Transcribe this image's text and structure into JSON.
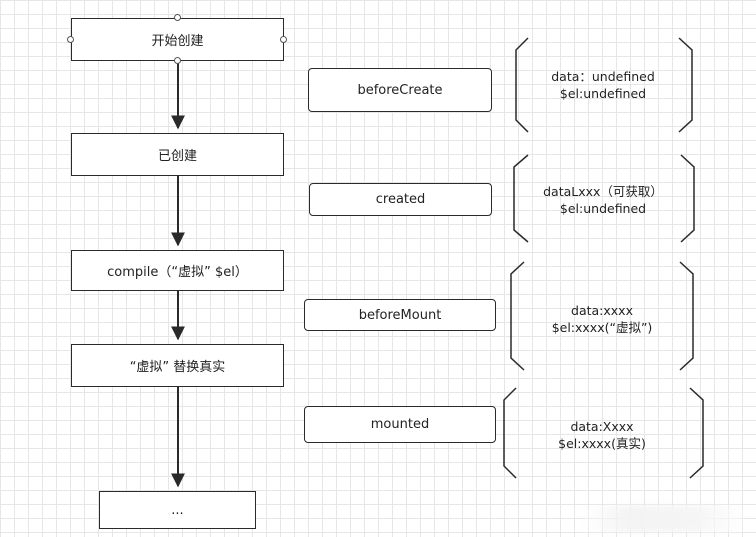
{
  "flow_steps": [
    {
      "id": "start",
      "label": "开始创建"
    },
    {
      "id": "created",
      "label": "已创建"
    },
    {
      "id": "compile",
      "label": "compile（“虚拟” $el）"
    },
    {
      "id": "replace",
      "label": "“虚拟” 替换真实"
    },
    {
      "id": "more",
      "label": "..."
    }
  ],
  "hooks": [
    {
      "id": "beforeCreate",
      "label": "beforeCreate",
      "notes": [
        "data：undefined",
        "$el:undefined"
      ]
    },
    {
      "id": "created",
      "label": "created",
      "notes": [
        "dataLxxx（可获取）",
        "$el:undefined"
      ]
    },
    {
      "id": "beforeMount",
      "label": "beforeMount",
      "notes": [
        "data:xxxx",
        "$el:xxxx(“虚拟”)"
      ]
    },
    {
      "id": "mounted",
      "label": "mounted",
      "notes": [
        "data:Xxxx",
        "$el:xxxx(真实)"
      ]
    }
  ],
  "style": {
    "line_color": "#2a2a2a",
    "grid_color": "#e6e6e6"
  }
}
